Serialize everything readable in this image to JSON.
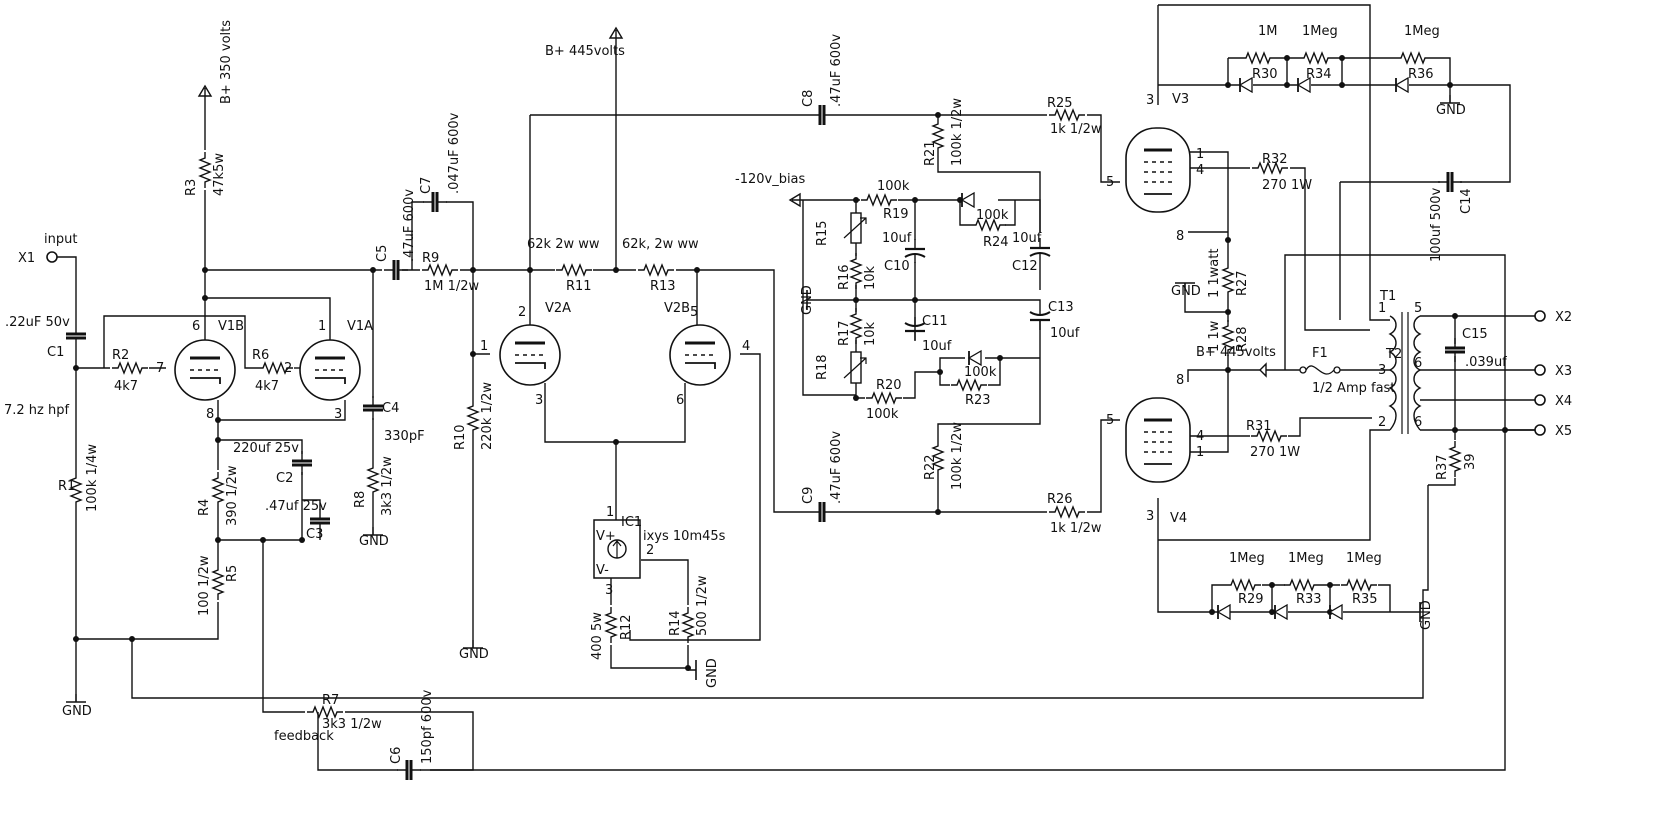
{
  "labels": {
    "input": "input",
    "x1": "X1",
    "x2": "X2",
    "x3": "X3",
    "x4": "X4",
    "x5": "X5",
    "hpf": "7.2 hz hpf",
    "feedback": "feedback",
    "bias": "-120v_bias",
    "bplus350": "B+ 350 volts",
    "bplus445": "B+ 445volts",
    "bplus_ot": "B+ 445volts",
    "gnd": "GND",
    "ic1": "IC1",
    "ic1_part": "ixys 10m45s"
  },
  "components": {
    "C1": {
      "ref": "C1",
      "val": ".22uF 50v"
    },
    "R1": {
      "ref": "R1",
      "val": "100k 1/4w"
    },
    "R2": {
      "ref": "R2",
      "val": "4k7"
    },
    "R3": {
      "ref": "R3",
      "val": "47k5w"
    },
    "R4": {
      "ref": "R4",
      "val": "390 1/2w"
    },
    "R5": {
      "ref": "R5",
      "val": "100 1/2w"
    },
    "C2": {
      "ref": "C2",
      "val": "220uf 25v"
    },
    "C3": {
      "ref": "C3",
      "val": ".47uf 25v"
    },
    "R6": {
      "ref": "R6",
      "val": "4k7"
    },
    "V1B": {
      "ref": "V1B"
    },
    "V1A": {
      "ref": "V1A"
    },
    "C5": {
      "ref": "C5",
      "val": ".47uF 600v"
    },
    "C7": {
      "ref": "C7",
      "val": ".047uF 600v"
    },
    "R9": {
      "ref": "R9",
      "val": "1M 1/2w"
    },
    "C4": {
      "ref": "C4",
      "val": "330pF"
    },
    "R8": {
      "ref": "R8",
      "val": "3k3 1/2w"
    },
    "R10": {
      "ref": "R10",
      "val": "220k 1/2w"
    },
    "R7": {
      "ref": "R7",
      "val": "3k3 1/2w"
    },
    "C6": {
      "ref": "C6",
      "val": "150pf 600v"
    },
    "V2A": {
      "ref": "V2A"
    },
    "V2B": {
      "ref": "V2B"
    },
    "R11": {
      "ref": "R11",
      "val": "62k 2w ww"
    },
    "R13": {
      "ref": "R13",
      "val": "62k, 2w ww"
    },
    "R12": {
      "ref": "R12",
      "val": "400 5w"
    },
    "R14": {
      "ref": "R14",
      "val": "500 1/2w"
    },
    "C8": {
      "ref": "C8",
      "val": ".47uF 600v"
    },
    "C9": {
      "ref": "C9",
      "val": ".47uF 600v"
    },
    "R21": {
      "ref": "R21",
      "val": "100k 1/2w"
    },
    "R22": {
      "ref": "R22",
      "val": "100k 1/2w"
    },
    "R25": {
      "ref": "R25",
      "val": "1k 1/2w"
    },
    "R26": {
      "ref": "R26",
      "val": "1k 1/2w"
    },
    "R19": {
      "ref": "R19",
      "val": "100k"
    },
    "R24": {
      "ref": "R24",
      "val": "100k"
    },
    "R20": {
      "ref": "R20",
      "val": "100k"
    },
    "R23": {
      "ref": "R23",
      "val": "100k"
    },
    "R15": {
      "ref": "R15"
    },
    "R16": {
      "ref": "R16",
      "val": "10k"
    },
    "R17": {
      "ref": "R17",
      "val": "10k"
    },
    "R18": {
      "ref": "R18"
    },
    "C10": {
      "ref": "C10",
      "val": "10uf"
    },
    "C11": {
      "ref": "C11",
      "val": "10uf"
    },
    "C12": {
      "ref": "C12",
      "val": "10uf"
    },
    "C13": {
      "ref": "C13",
      "val": "10uf"
    },
    "V3": {
      "ref": "V3"
    },
    "V4": {
      "ref": "V4"
    },
    "R27": {
      "ref": "R27",
      "val": "1 1watt"
    },
    "R28": {
      "ref": "R28",
      "val": "1 1w"
    },
    "R30": {
      "ref": "R30",
      "val": "1M"
    },
    "R34": {
      "ref": "R34",
      "val": "1Meg"
    },
    "R36": {
      "ref": "R36",
      "val": "1Meg"
    },
    "R29": {
      "ref": "R29",
      "val": "1Meg"
    },
    "R33": {
      "ref": "R33",
      "val": "1Meg"
    },
    "R35": {
      "ref": "R35",
      "val": "1Meg"
    },
    "R32": {
      "ref": "R32",
      "val": "270 1W"
    },
    "R31": {
      "ref": "R31",
      "val": "270 1W"
    },
    "C14": {
      "ref": "C14",
      "val": "100uf 500v"
    },
    "F1": {
      "ref": "F1",
      "val": "1/2 Amp fast"
    },
    "T1": {
      "ref": "T1"
    },
    "T2": {
      "ref": "T2"
    },
    "C15": {
      "ref": "C15",
      "val": ".039uf"
    },
    "R37": {
      "ref": "R37",
      "val": "39"
    }
  },
  "pins": {
    "v1b_7": "7",
    "v1b_6": "6",
    "v1b_8": "8",
    "v1a_2": "2",
    "v1a_1": "1",
    "v1a_3": "3",
    "v2a_2": "2",
    "v2a_1": "1",
    "v2a_3": "3",
    "v2b_5": "5",
    "v2b_4": "4",
    "v2b_6": "6",
    "ic1_1": "1",
    "ic1_2": "2",
    "ic1_3": "3",
    "ic1_vp": "V+",
    "ic1_vm": "V-",
    "v3_3": "3",
    "v3_1": "1",
    "v3_4": "4",
    "v3_5": "5",
    "v3_8": "8",
    "v4_8": "8",
    "v4_5": "5",
    "v4_4": "4",
    "v4_1": "1",
    "v4_3": "3",
    "t1_1": "1",
    "t1_5": "5",
    "t1_2": "2",
    "t1_6": "6",
    "t2_3": "3",
    "t2_6": "6"
  }
}
